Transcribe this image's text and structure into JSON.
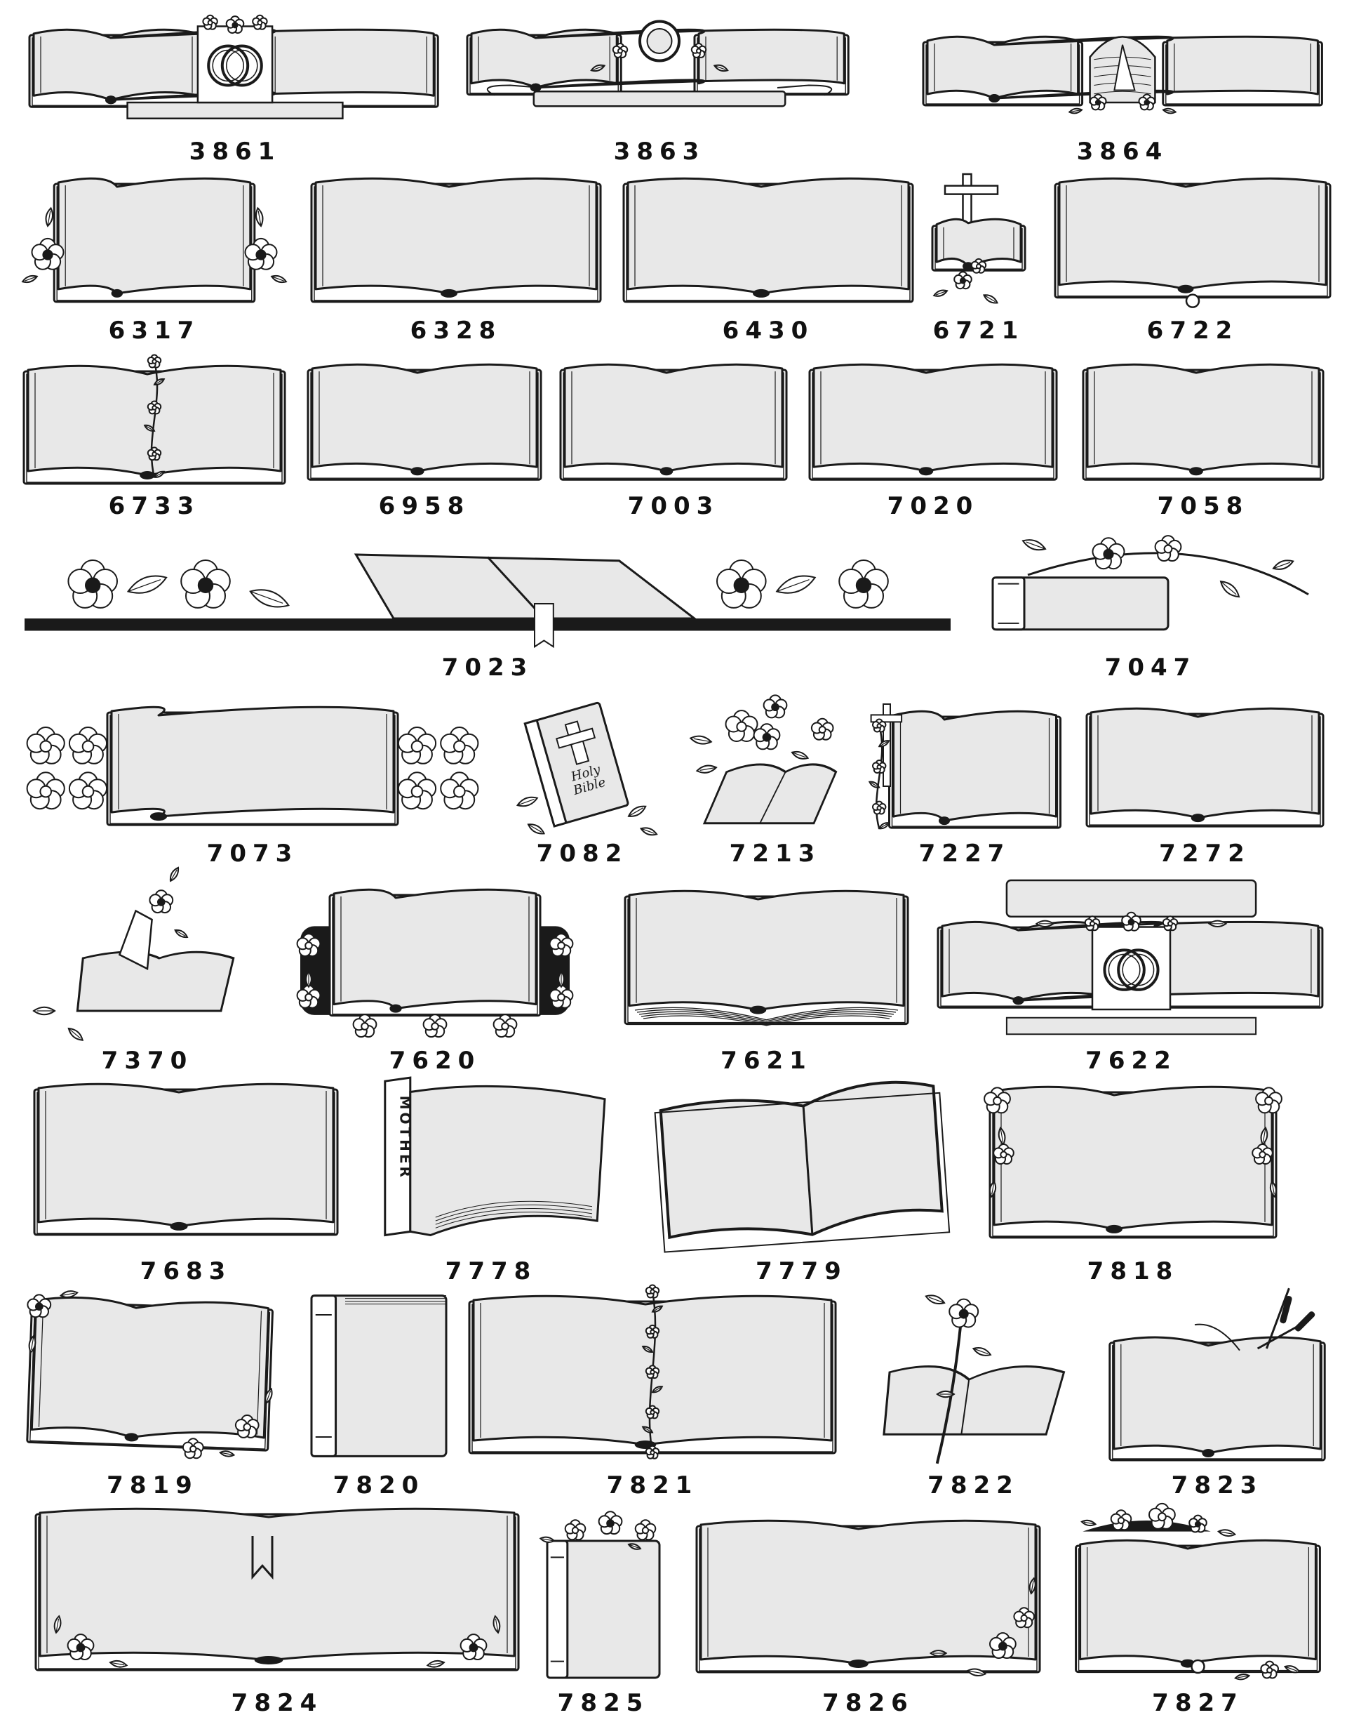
{
  "catalog": {
    "items": [
      {
        "code": "3861",
        "style": "dual-rings"
      },
      {
        "code": "3863",
        "style": "dual-ring-scroll"
      },
      {
        "code": "3864",
        "style": "dual-praying"
      },
      {
        "code": "6317",
        "style": "side-roses"
      },
      {
        "code": "6328",
        "style": "wide-open"
      },
      {
        "code": "6430",
        "style": "wide-open"
      },
      {
        "code": "6721",
        "style": "cross-small"
      },
      {
        "code": "6722",
        "style": "wide-open-tab"
      },
      {
        "code": "6733",
        "style": "vine-center"
      },
      {
        "code": "6958",
        "style": "open"
      },
      {
        "code": "7003",
        "style": "open"
      },
      {
        "code": "7020",
        "style": "open"
      },
      {
        "code": "7058",
        "style": "open"
      },
      {
        "code": "7023",
        "style": "roses-banner"
      },
      {
        "code": "7047",
        "style": "closed-rose"
      },
      {
        "code": "7073",
        "style": "side-flowers"
      },
      {
        "code": "7082",
        "style": "holy-bible",
        "cover_text_1": "Holy",
        "cover_text_2": "Bible"
      },
      {
        "code": "7213",
        "style": "flowers-tilted"
      },
      {
        "code": "7227",
        "style": "cross-vine"
      },
      {
        "code": "7272",
        "style": "open"
      },
      {
        "code": "7370",
        "style": "praying-book"
      },
      {
        "code": "7620",
        "style": "ornate-frame"
      },
      {
        "code": "7621",
        "style": "thick-pages"
      },
      {
        "code": "7622",
        "style": "dual-rings-plaque"
      },
      {
        "code": "7683",
        "style": "open-large"
      },
      {
        "code": "7778",
        "style": "mother-book",
        "spine_text": "MOTHER"
      },
      {
        "code": "7779",
        "style": "split-tilted"
      },
      {
        "code": "7818",
        "style": "corner-flowers"
      },
      {
        "code": "7819",
        "style": "corner-flowers-tilt"
      },
      {
        "code": "7820",
        "style": "closed-upright"
      },
      {
        "code": "7821",
        "style": "vine-center"
      },
      {
        "code": "7822",
        "style": "rose-tilted"
      },
      {
        "code": "7823",
        "style": "cattail"
      },
      {
        "code": "7824",
        "style": "bookmark-large"
      },
      {
        "code": "7825",
        "style": "closed-floral"
      },
      {
        "code": "7826",
        "style": "corner-rose"
      },
      {
        "code": "7827",
        "style": "top-flowers"
      }
    ]
  },
  "colors": {
    "page": "#e8e8e8",
    "ink": "#1a1a1a",
    "paper": "#ffffff"
  }
}
